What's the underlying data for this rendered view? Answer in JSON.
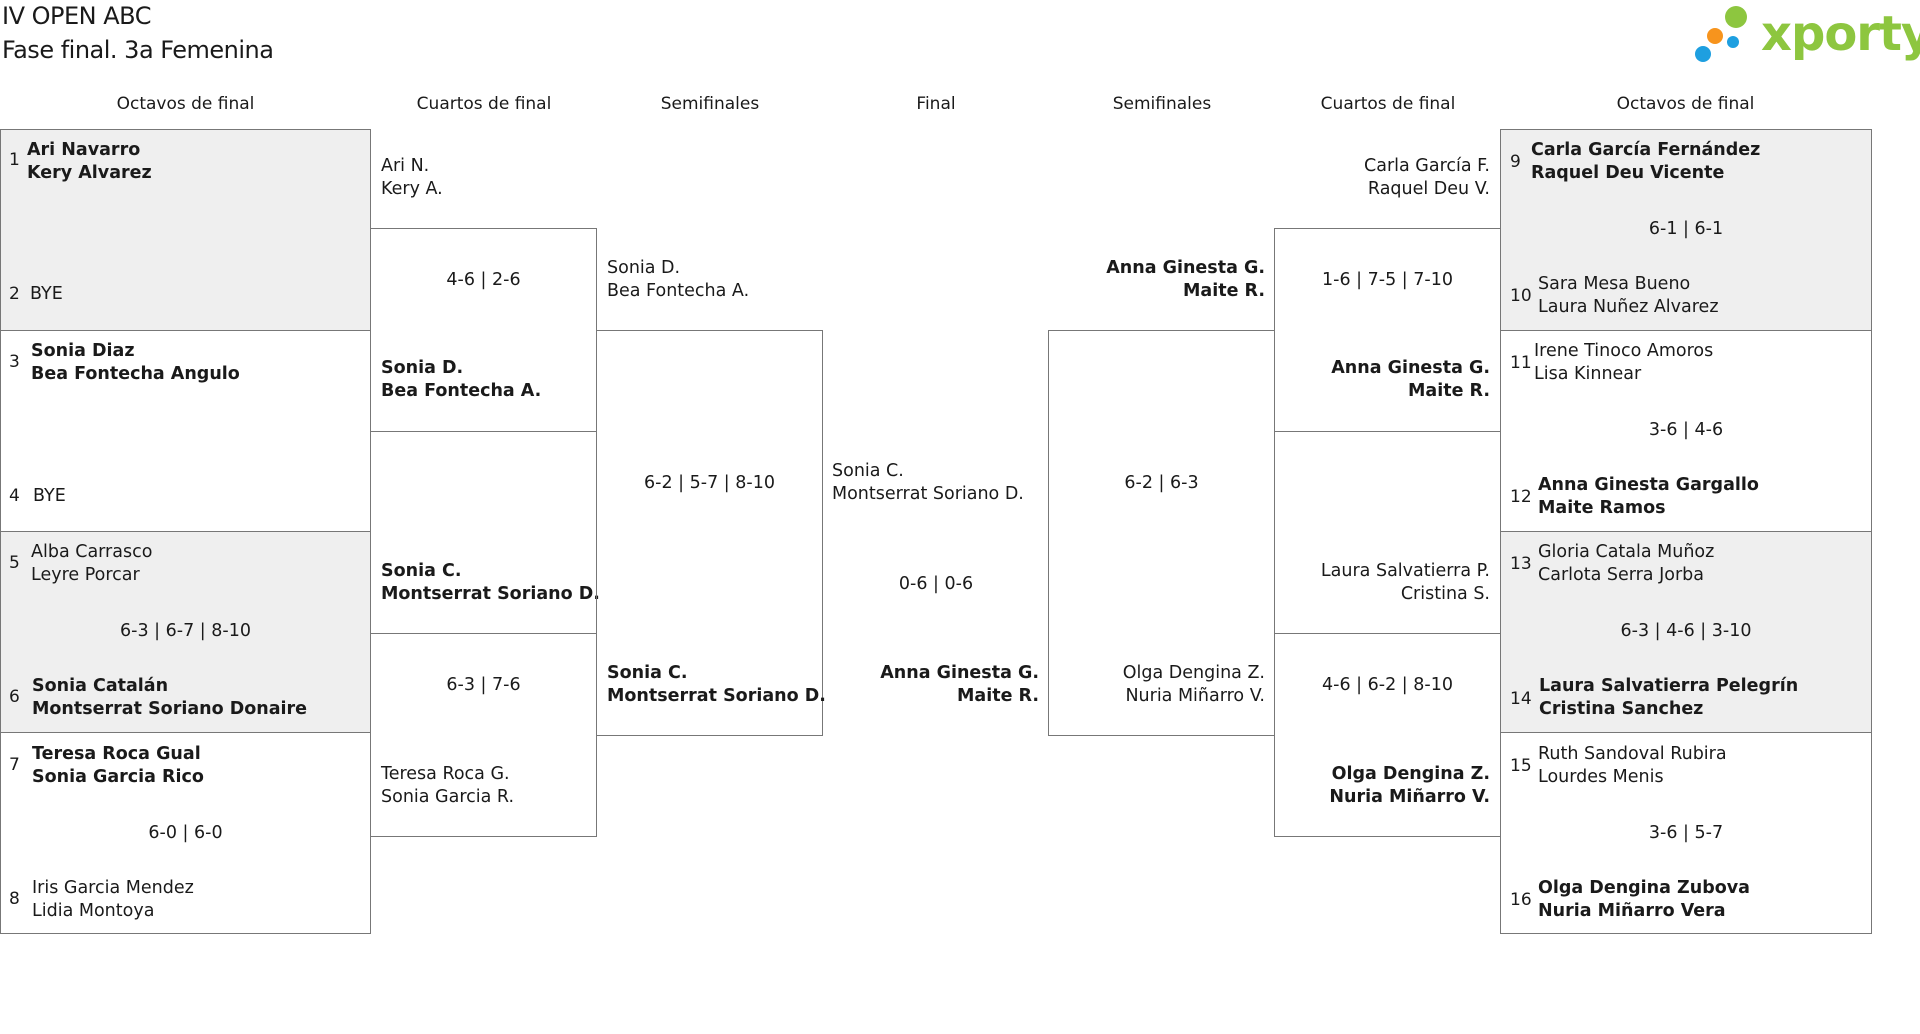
{
  "header": {
    "title_line1": "IV OPEN ABC",
    "title_line2": "Fase final. 3a Femenina",
    "logo_text": "xporty",
    "logo_colors": [
      "#8dc63f",
      "#f7941d",
      "#1e9fe0"
    ]
  },
  "columns": {
    "l_r16": "Octavos de final",
    "l_qf": "Cuartos de final",
    "l_sf": "Semifinales",
    "final": "Final",
    "r_sf": "Semifinales",
    "r_qf": "Cuartos de final",
    "r_r16": "Octavos de final"
  },
  "left_r16": [
    {
      "s1": "1",
      "a1": "Ari Navarro",
      "b1": "Kery Alvarez",
      "s2": "2",
      "a2": "BYE",
      "b2": "",
      "score": ""
    },
    {
      "s1": "3",
      "a1": "Sonia Diaz",
      "b1": "Bea Fontecha Angulo",
      "s2": "4",
      "a2": "BYE",
      "b2": "",
      "score": ""
    },
    {
      "s1": "5",
      "a1": "Alba Carrasco",
      "b1": "Leyre Porcar",
      "s2": "6",
      "a2": "Sonia Catalán",
      "b2": "Montserrat Soriano Donaire",
      "score": "6-3 | 6-7 | 8-10"
    },
    {
      "s1": "7",
      "a1": "Teresa Roca Gual",
      "b1": "Sonia Garcia Rico",
      "s2": "8",
      "a2": "Iris Garcia Mendez",
      "b2": "Lidia Montoya",
      "score": "6-0 | 6-0"
    }
  ],
  "left_qf": [
    {
      "a1": "Ari N.",
      "b1": "Kery A.",
      "a2": "Sonia D.",
      "b2": "Bea Fontecha A.",
      "score": "4-6 | 2-6"
    },
    {
      "a1": "Sonia C.",
      "b1": "Montserrat Soriano D.",
      "a2": "Teresa Roca G.",
      "b2": "Sonia Garcia R.",
      "score": "6-3 | 7-6"
    }
  ],
  "left_sf": {
    "a1": "Sonia D.",
    "b1": "Bea Fontecha A.",
    "a2": "Sonia C.",
    "b2": "Montserrat Soriano D.",
    "score": "6-2 | 5-7 | 8-10"
  },
  "final": {
    "a1": "Sonia C.",
    "b1": "Montserrat Soriano D.",
    "score": "0-6 | 0-6",
    "a2": "Anna Ginesta G.",
    "b2": "Maite R."
  },
  "right_sf": {
    "a1": "Anna Ginesta G.",
    "b1": "Maite R.",
    "a2": "Olga Dengina Z.",
    "b2": "Nuria Miñarro V.",
    "score": "6-2 | 6-3"
  },
  "right_qf": [
    {
      "a1": "Carla García F.",
      "b1": "Raquel Deu V.",
      "a2": "Anna Ginesta G.",
      "b2": "Maite R.",
      "score": "1-6 | 7-5 | 7-10"
    },
    {
      "a1": "Laura Salvatierra P.",
      "b1": "Cristina S.",
      "a2": "Olga Dengina Z.",
      "b2": "Nuria Miñarro V.",
      "score": "4-6 | 6-2 | 8-10"
    }
  ],
  "right_r16": [
    {
      "s1": "9",
      "a1": "Carla García Fernández",
      "b1": "Raquel Deu Vicente",
      "s2": "10",
      "a2": "Sara Mesa Bueno",
      "b2": "Laura Nuñez Alvarez",
      "score": "6-1 | 6-1"
    },
    {
      "s1": "11",
      "a1": "Irene Tinoco Amoros",
      "b1": "Lisa Kinnear",
      "s2": "12",
      "a2": "Anna Ginesta Gargallo",
      "b2": "Maite Ramos",
      "score": "3-6 | 4-6"
    },
    {
      "s1": "13",
      "a1": "Gloria Catala Muñoz",
      "b1": "Carlota Serra Jorba",
      "s2": "14",
      "a2": "Laura Salvatierra Pelegrín",
      "b2": "Cristina Sanchez",
      "score": "6-3 | 4-6 | 3-10"
    },
    {
      "s1": "15",
      "a1": "Ruth Sandoval Rubira",
      "b1": "Lourdes Menis",
      "s2": "16",
      "a2": "Olga Dengina Zubova",
      "b2": "Nuria Miñarro Vera",
      "score": "3-6 | 5-7"
    }
  ]
}
